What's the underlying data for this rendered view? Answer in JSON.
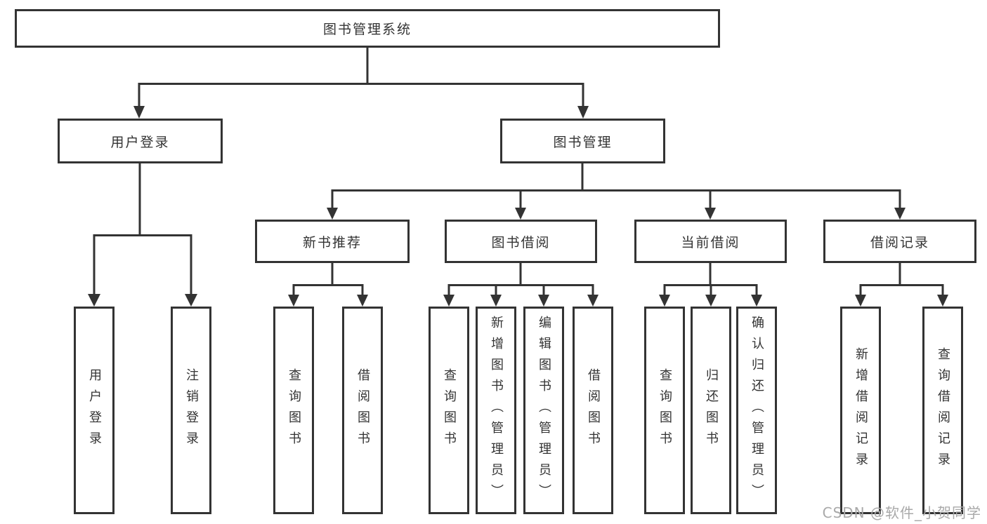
{
  "diagram": {
    "root": {
      "label": "图书管理系统"
    },
    "children": [
      {
        "label": "用户登录",
        "leaves": [
          "用户登录",
          "注销登录"
        ]
      },
      {
        "label": "图书管理",
        "children": [
          {
            "label": "新书推荐",
            "leaves": [
              "查询图书",
              "借阅图书"
            ]
          },
          {
            "label": "图书借阅",
            "leaves": [
              "查询图书",
              "新增图书（管理员）",
              "编辑图书（管理员）",
              "借阅图书"
            ]
          },
          {
            "label": "当前借阅",
            "leaves": [
              "查询图书",
              "归还图书",
              "确认归还（管理员）"
            ]
          },
          {
            "label": "借阅记录",
            "leaves": [
              "新增借阅记录",
              "查询借阅记录"
            ]
          }
        ]
      }
    ]
  },
  "watermark": {
    "text": "CSDN @软件_小贺同学"
  },
  "colors": {
    "line": "#333333",
    "text": "#333333",
    "background": "#ffffff",
    "watermark": "#a9a9a9"
  }
}
